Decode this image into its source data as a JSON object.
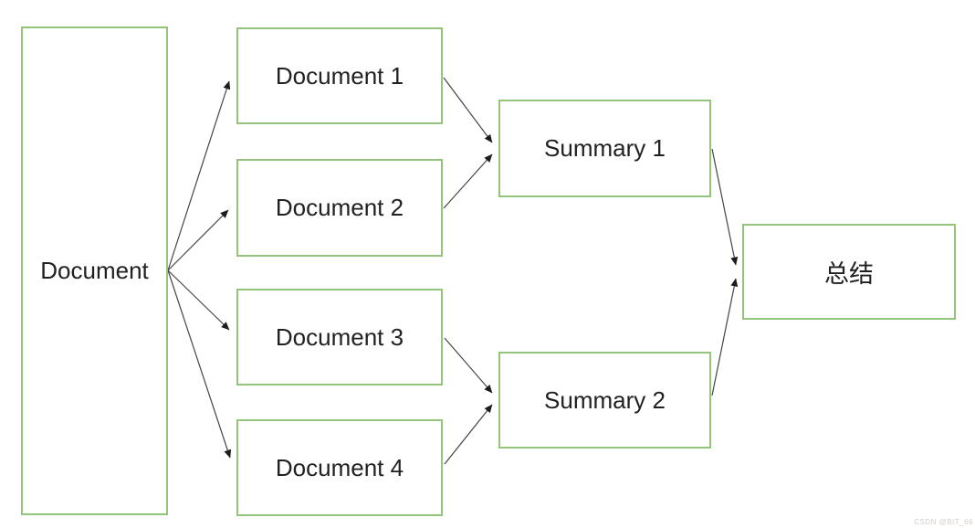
{
  "nodes": {
    "source": {
      "label": "Document"
    },
    "doc1": {
      "label": "Document 1"
    },
    "doc2": {
      "label": "Document 2"
    },
    "doc3": {
      "label": "Document 3"
    },
    "doc4": {
      "label": "Document 4"
    },
    "summary1": {
      "label": "Summary 1"
    },
    "summary2": {
      "label": "Summary 2"
    },
    "final": {
      "label": "总结"
    }
  },
  "edges": [
    {
      "from": "Document",
      "to": "Document 1"
    },
    {
      "from": "Document",
      "to": "Document 2"
    },
    {
      "from": "Document",
      "to": "Document 3"
    },
    {
      "from": "Document",
      "to": "Document 4"
    },
    {
      "from": "Document 1",
      "to": "Summary 1"
    },
    {
      "from": "Document 2",
      "to": "Summary 1"
    },
    {
      "from": "Document 3",
      "to": "Summary 2"
    },
    {
      "from": "Document 4",
      "to": "Summary 2"
    },
    {
      "from": "Summary 1",
      "to": "总结"
    },
    {
      "from": "Summary 2",
      "to": "总结"
    }
  ],
  "colors": {
    "node_border": "#94c47b",
    "connector": "#454545",
    "arrowhead": "#1c1c1c",
    "text": "#212121",
    "background": "#ffffff",
    "watermark": "#d2ccc6"
  },
  "watermark": {
    "text": "CSDN @BIT_66"
  }
}
